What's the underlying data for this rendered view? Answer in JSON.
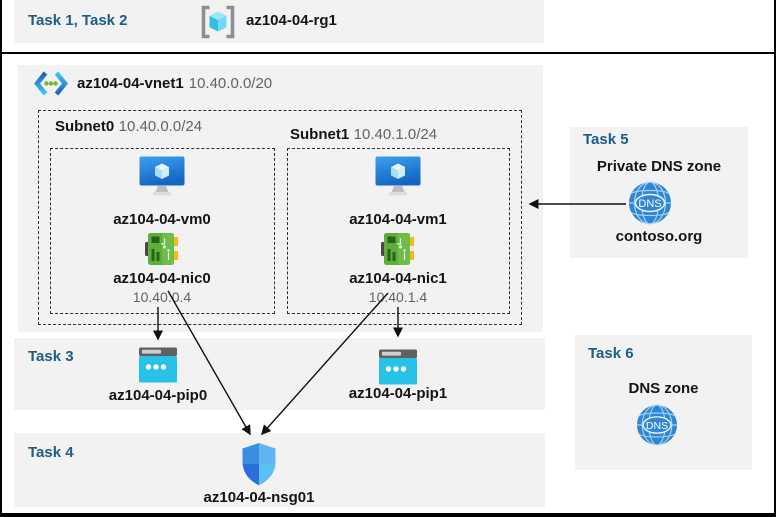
{
  "colors": {
    "task_blue": "#1c5d87",
    "panel_gray": "#f2f2f2",
    "text_dim": "#636363",
    "dns_blue": "#2f86d2",
    "pip_cyan": "#28c1e8",
    "nic_green": "#5fae3c",
    "arrow_black": "#111111"
  },
  "top": {
    "tasks_label": "Task 1, Task 2",
    "resource_group": {
      "icon": "resource-group-icon",
      "name": "az104-04-rg1"
    }
  },
  "vnet": {
    "icon": "virtual-network-icon",
    "name": "az104-04-vnet1",
    "cidr": "10.40.0.0/20"
  },
  "subnets": [
    {
      "name": "Subnet0",
      "cidr": "10.40.0.0/24",
      "vm": {
        "icon": "virtual-machine-icon",
        "name": "az104-04-vm0"
      },
      "nic": {
        "icon": "network-interface-icon",
        "name": "az104-04-nic0",
        "ip": "10.40.0.4"
      }
    },
    {
      "name": "Subnet1",
      "cidr": "10.40.1.0/24",
      "vm": {
        "icon": "virtual-machine-icon",
        "name": "az104-04-vm1"
      },
      "nic": {
        "icon": "network-interface-icon",
        "name": "az104-04-nic1",
        "ip": "10.40.1.4"
      }
    }
  ],
  "task3": {
    "label": "Task 3",
    "pips": [
      {
        "icon": "public-ip-icon",
        "name": "az104-04-pip0"
      },
      {
        "icon": "public-ip-icon",
        "name": "az104-04-pip1"
      }
    ]
  },
  "task4": {
    "label": "Task 4",
    "nsg": {
      "icon": "network-security-group-shield-icon",
      "name": "az104-04-nsg01"
    }
  },
  "task5": {
    "label": "Task 5",
    "title": "Private DNS zone",
    "dns_icon_label": "DNS",
    "zone_name": "contoso.org"
  },
  "task6": {
    "label": "Task 6",
    "title": "DNS zone",
    "dns_icon_label": "DNS"
  },
  "connections": [
    {
      "from": "az104-04-nic0",
      "to": "az104-04-pip0"
    },
    {
      "from": "az104-04-nic0",
      "to": "az104-04-nsg01"
    },
    {
      "from": "az104-04-nic1",
      "to": "az104-04-nsg01"
    },
    {
      "from": "az104-04-nic1",
      "to": "az104-04-pip1"
    },
    {
      "from": "contoso.org",
      "to": "Subnet1"
    }
  ]
}
